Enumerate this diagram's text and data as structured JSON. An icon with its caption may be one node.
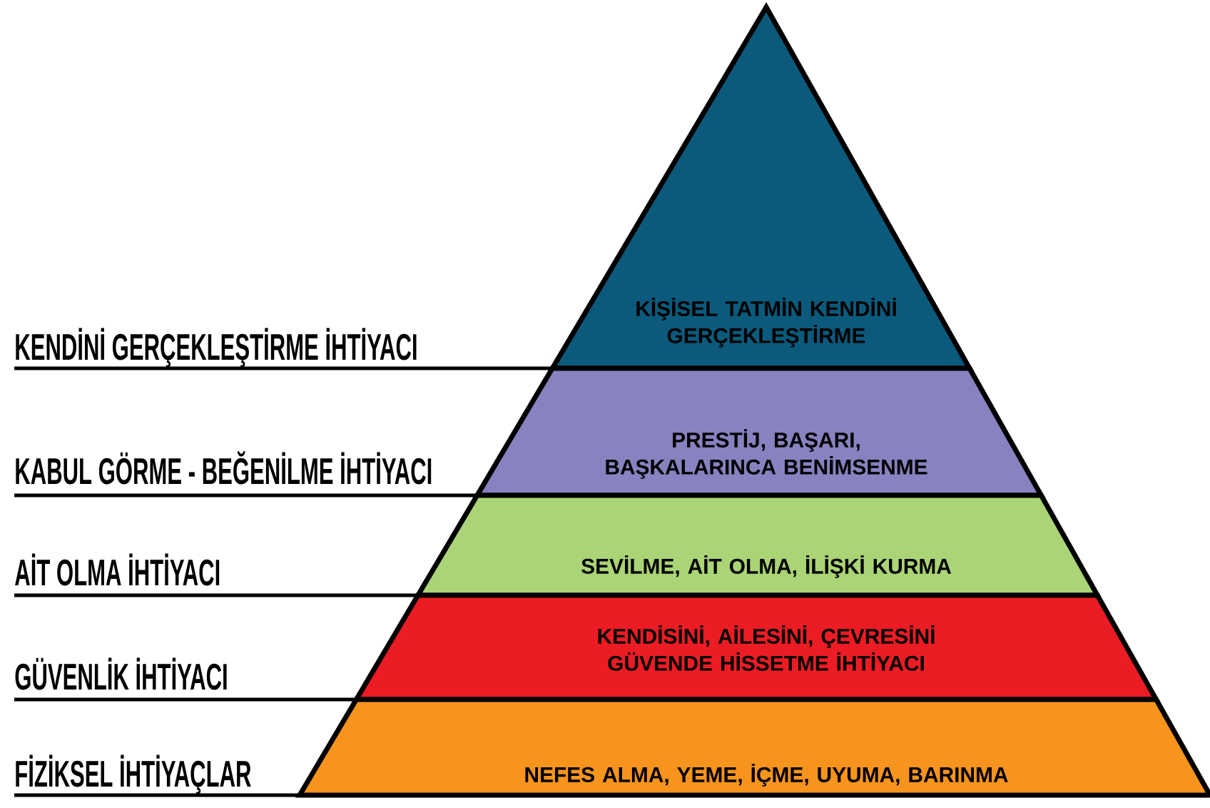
{
  "diagram": {
    "nodes": [
      {
        "text": [
          "KİŞİSEL TATMİN KENDİNİ GERÇEKLEŞTİRME"
        ]
      },
      {
        "text": [
          "PRESTİJ, BAŞARI, BAŞKALARINCA BENİMSENME"
        ]
      },
      {
        "text": [
          "SEVİLME, AİT OLMA, İLİŞKİ KURMA"
        ]
      },
      {
        "text": [
          "KENDİSİNİ, AİLESİNİ, ÇEVRESİNİ GÜVENDE HİSSETME İHTİYACI"
        ]
      },
      {
        "text": [
          "NEFES ALMA, YEME, İÇME, UYUMA, BARINMA"
        ]
      },
      {
        "text": [
          "KENDİNİ GERÇEKLEŞTİRME İHTİYACI"
        ]
      },
      {
        "text": [
          "KABUL GÖRME - BEĞENİLME İHTİYACI"
        ]
      },
      {
        "text": [
          "AİT OLMA İHTİYACI"
        ]
      },
      {
        "text": [
          "GÜVENLİK İHTİYACI"
        ]
      },
      {
        "text": [
          "FİZİKSEL İHTİYAÇLAR"
        ]
      }
    ],
    "edges": [
      {
        "from": 5,
        "to": 0,
        "arrow": "none"
      },
      {
        "from": 6,
        "to": 1,
        "arrow": "none"
      },
      {
        "from": 7,
        "to": 2,
        "arrow": "none"
      },
      {
        "from": 8,
        "to": 3,
        "arrow": "none"
      },
      {
        "from": 9,
        "to": 4,
        "arrow": "none"
      }
    ]
  }
}
